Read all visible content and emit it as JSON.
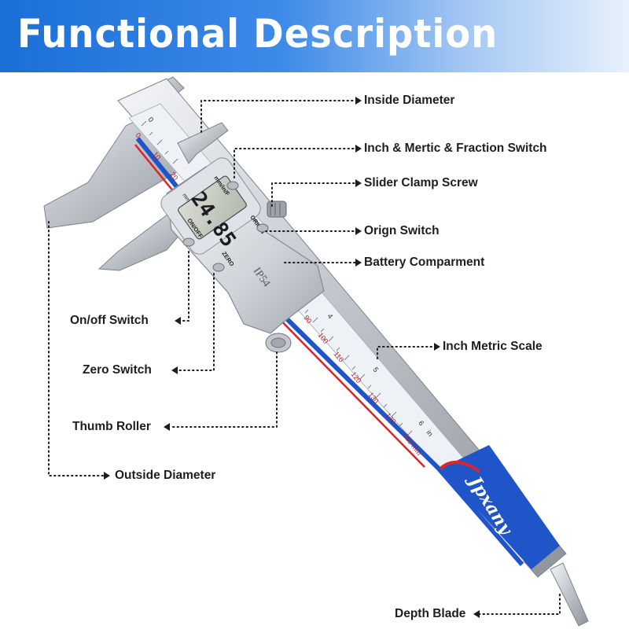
{
  "header": {
    "title": "Functional Description"
  },
  "labels": {
    "inside_diameter": "Inside Diameter",
    "switch": "Inch & Mertic & Fraction Switch",
    "clamp": "Slider Clamp Screw",
    "origin": "Orign Switch",
    "battery": "Battery Comparment",
    "onoff": "On/off Switch",
    "scale": "Inch Metric Scale",
    "zero": "Zero Switch",
    "roller": "Thumb Roller",
    "outside": "Outside Diameter",
    "depth": "Depth Blade"
  },
  "display": {
    "reading": "24.85",
    "unit": "mm",
    "button_mode": "mm/in/F",
    "button_onoff": "ON/OFF",
    "button_origin": "ORIGIN",
    "button_zero": "ZERO",
    "body_text": "IP54"
  },
  "scale": {
    "metric_ticks": [
      "0",
      "10",
      "20",
      "90",
      "100",
      "110",
      "120",
      "130",
      "140",
      "150 mm"
    ],
    "inch_ticks": [
      "0",
      "4",
      "5",
      "6"
    ],
    "inch_unit": "in"
  },
  "brand": {
    "name": "Jpxany"
  },
  "colors": {
    "banner": "#1a6fd6",
    "accent_blue": "#1f55c8",
    "accent_red": "#d9262b",
    "steel": "#c9cdd3"
  }
}
